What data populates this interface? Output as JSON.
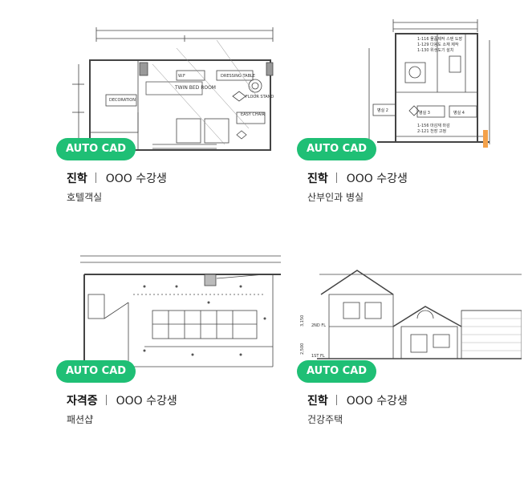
{
  "accent_color": "#1fbf75",
  "cards": [
    {
      "badge": "AUTO CAD",
      "category": "진학",
      "count": "OOO 수강생",
      "title": "호텔객실"
    },
    {
      "badge": "AUTO CAD",
      "category": "진학",
      "count": "OOO 수강생",
      "title": "산부인과 병실"
    },
    {
      "badge": "AUTO CAD",
      "category": "자격증",
      "count": "OOO 수강생",
      "title": "패션샵"
    },
    {
      "badge": "AUTO CAD",
      "category": "진학",
      "count": "OOO 수강생",
      "title": "건강주택"
    }
  ]
}
